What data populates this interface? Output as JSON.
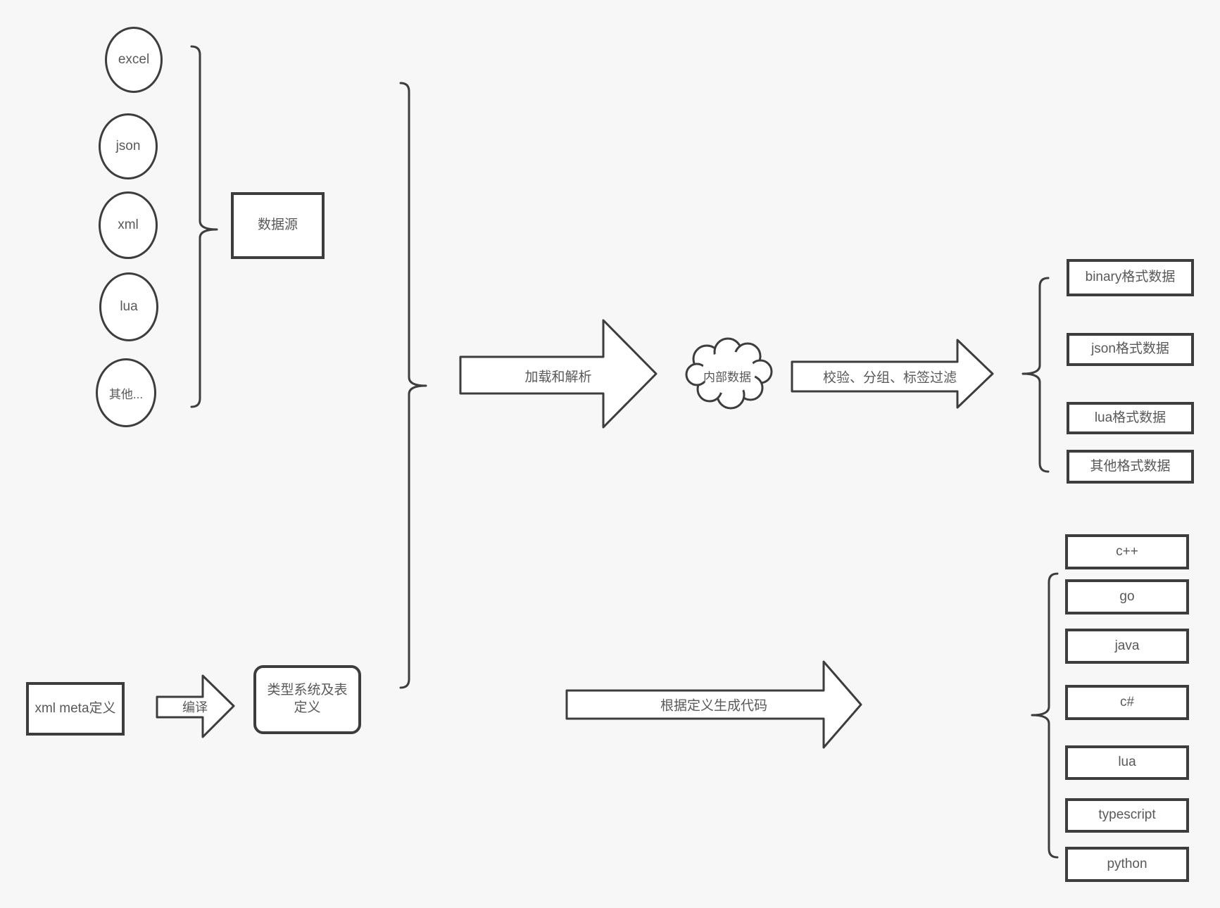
{
  "canvas": {
    "colors": {
      "background": "#f7f7f7",
      "shape_fill": "#ffffff",
      "stroke": "#3d3d3d",
      "text": "#595959"
    }
  },
  "sources": {
    "items": [
      "excel",
      "json",
      "xml",
      "lua",
      "其他..."
    ],
    "group_label": "数据源"
  },
  "pipeline": {
    "load_arrow_label": "加载和解析",
    "cloud_label": "内部数据",
    "filter_arrow_label": "校验、分组、标签过滤",
    "format_outputs": [
      "binary格式数据",
      "json格式数据",
      "lua格式数据",
      "其他格式数据"
    ]
  },
  "meta_flow": {
    "xml_meta_label": "xml meta定义",
    "compile_arrow_label": "编译",
    "type_system_label": "类型系统及表定义",
    "generate_arrow_label": "根据定义生成代码"
  },
  "languages": [
    "c++",
    "go",
    "java",
    "c#",
    "lua",
    "typescript",
    "python"
  ]
}
